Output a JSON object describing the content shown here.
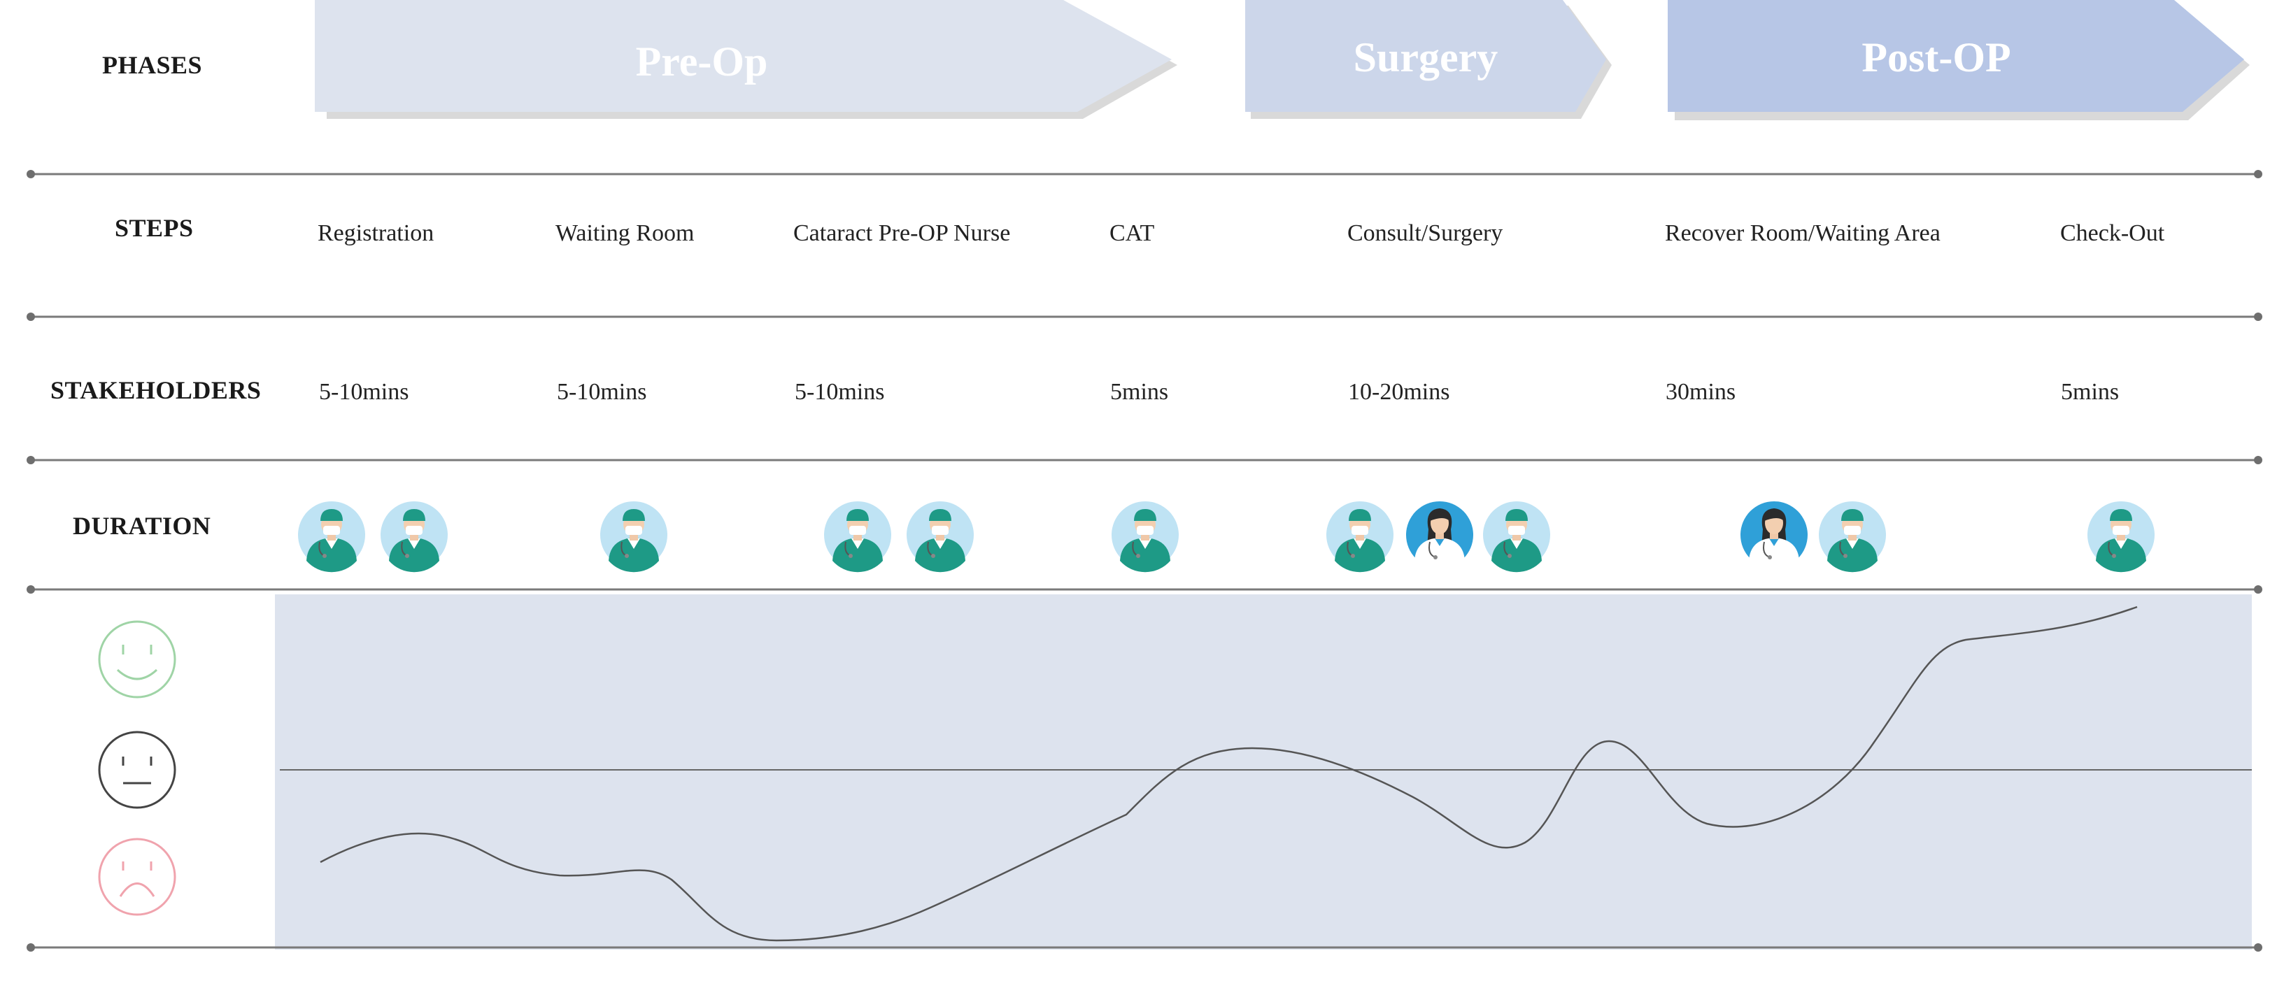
{
  "row_labels": {
    "phases": "PHASES",
    "steps": "STEPS",
    "stakeholders": "STAKEHOLDERS",
    "duration": "DURATION"
  },
  "phases": [
    {
      "label": "Pre-Op",
      "color": "#dde3ee"
    },
    {
      "label": "Surgery",
      "color": "#ccd6ea"
    },
    {
      "label": "Post-OP",
      "color": "#b7c6e6"
    }
  ],
  "steps": [
    {
      "label": "Registration",
      "duration": "5-10mins",
      "stakeholders": [
        "surgeon",
        "surgeon"
      ]
    },
    {
      "label": "Waiting Room",
      "duration": "5-10mins",
      "stakeholders": [
        "surgeon"
      ]
    },
    {
      "label": "Cataract Pre-OP Nurse",
      "duration": "5-10mins",
      "stakeholders": [
        "surgeon",
        "surgeon"
      ]
    },
    {
      "label": "CAT",
      "duration": "5mins",
      "stakeholders": [
        "surgeon"
      ]
    },
    {
      "label": "Consult/Surgery",
      "duration": "10-20mins",
      "stakeholders": [
        "surgeon",
        "doctor",
        "surgeon"
      ]
    },
    {
      "label": "Recover Room/Waiting Area",
      "duration": "30mins",
      "stakeholders": [
        "doctor",
        "surgeon"
      ]
    },
    {
      "label": "Check-Out",
      "duration": "5mins",
      "stakeholders": [
        "surgeon"
      ]
    }
  ],
  "emotions": [
    {
      "name": "happy-face-icon",
      "color": "#9fd4a6"
    },
    {
      "name": "neutral-face-icon",
      "color": "#444444"
    },
    {
      "name": "sad-face-icon",
      "color": "#f0a3ad"
    }
  ],
  "colors": {
    "divider": "#7a7a7a",
    "chart_bg": "#dde3ee",
    "curve": "#555555",
    "avatar_bg": "#bfe3f4",
    "avatar_doctor_bg": "#2fa0d8",
    "scrubs": "#1e9a86"
  }
}
